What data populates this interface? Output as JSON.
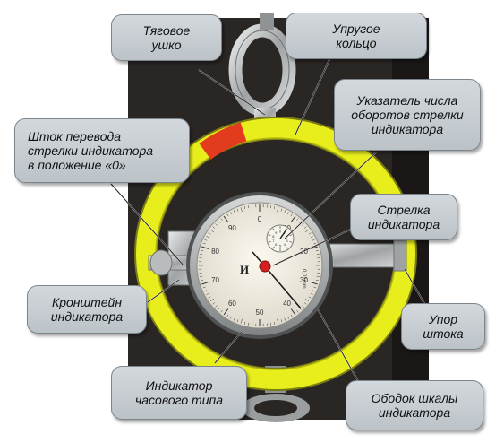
{
  "labels": {
    "lifting_eye": [
      "Тяговое",
      "ушко"
    ],
    "elastic_ring": [
      "Упругое",
      "кольцо"
    ],
    "revolution_pointer": [
      "Указатель числа",
      "оборотов стрелки",
      "индикатора"
    ],
    "zero_rod": [
      "Шток перевода",
      "стрелки индикатора",
      "в положение «0»"
    ],
    "indicator_needle": [
      "Стрелка",
      "индикатора"
    ],
    "indicator_bracket": [
      "Кронштейн",
      "индикатора"
    ],
    "rod_stop": [
      "Упор",
      "штока"
    ],
    "dial_indicator": [
      "Индикатор",
      "часового типа"
    ],
    "scale_bezel": [
      "Ободок шкалы",
      "индикатора"
    ]
  },
  "dial": {
    "center_mark": "И",
    "scale_numbers": [
      "0",
      "10",
      "20",
      "30",
      "40",
      "50",
      "60",
      "70",
      "80",
      "90"
    ],
    "small_scale_numbers": [
      "0",
      "1",
      "2",
      "3",
      "4",
      "5",
      "6",
      "7",
      "8",
      "9"
    ],
    "division": "0,01mm"
  },
  "colors": {
    "ring": "#e8ee1c",
    "ring_red_segment": "#e23b1e",
    "background_panel": "#2a2624",
    "callout_fill": "#c6ccd1",
    "metal": "#b9bcbd",
    "needle_hub": "#d42020"
  }
}
